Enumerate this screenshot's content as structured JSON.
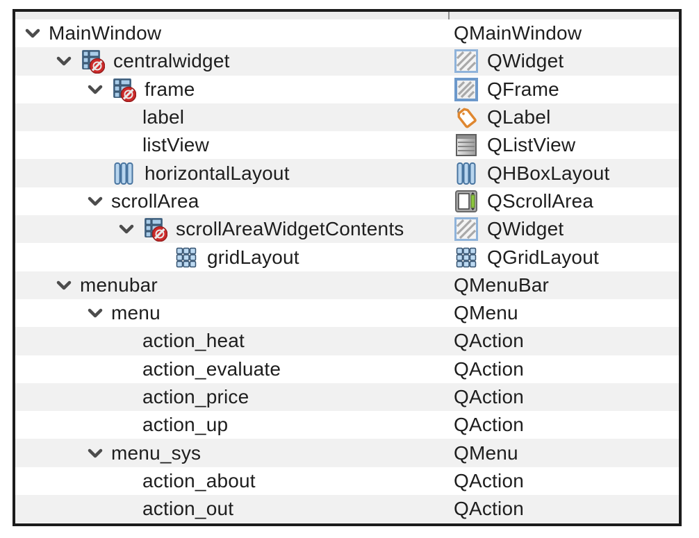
{
  "colors": {
    "row_alt": "#f1f1f1",
    "border": "#1c1c1c",
    "text": "#1e1e1e",
    "header_strip": "#ececec",
    "icon_blue_fill": "#b8d5ee",
    "icon_blue_stroke": "#48749f",
    "icon_red_badge": "#cd2a2a",
    "icon_orange_tag": "#df8730",
    "icon_green_bar": "#8cc63e"
  },
  "tree": {
    "rows": [
      {
        "name": "MainWindow",
        "class_name": "QMainWindow",
        "level": 0,
        "expander": true,
        "name_icon": null,
        "class_icon": null
      },
      {
        "name": "centralwidget",
        "class_name": "QWidget",
        "level": 1,
        "expander": true,
        "name_icon": "broken-layout-icon",
        "class_icon": "widget-icon"
      },
      {
        "name": "frame",
        "class_name": "QFrame",
        "level": 2,
        "expander": true,
        "name_icon": "broken-layout-icon",
        "class_icon": "frame-icon"
      },
      {
        "name": "label",
        "class_name": "QLabel",
        "level": 3,
        "expander": false,
        "name_icon": null,
        "class_icon": "label-icon"
      },
      {
        "name": "listView",
        "class_name": "QListView",
        "level": 3,
        "expander": false,
        "name_icon": null,
        "class_icon": "listview-icon"
      },
      {
        "name": "horizontalLayout",
        "class_name": "QHBoxLayout",
        "level": 2,
        "expander": false,
        "name_icon": "hbox-layout-icon",
        "class_icon": "hbox-layout-icon"
      },
      {
        "name": "scrollArea",
        "class_name": "QScrollArea",
        "level": 2,
        "expander": true,
        "name_icon": null,
        "class_icon": "scrollarea-icon"
      },
      {
        "name": "scrollAreaWidgetContents",
        "class_name": "QWidget",
        "level": 3,
        "expander": true,
        "name_icon": "broken-layout-icon",
        "class_icon": "widget-icon"
      },
      {
        "name": "gridLayout",
        "class_name": "QGridLayout",
        "level": 4,
        "expander": false,
        "name_icon": "grid-layout-icon",
        "class_icon": "grid-layout-icon"
      },
      {
        "name": "menubar",
        "class_name": "QMenuBar",
        "level": 1,
        "expander": true,
        "name_icon": null,
        "class_icon": null
      },
      {
        "name": "menu",
        "class_name": "QMenu",
        "level": 2,
        "expander": true,
        "name_icon": null,
        "class_icon": null
      },
      {
        "name": "action_heat",
        "class_name": "QAction",
        "level": 3,
        "expander": false,
        "name_icon": null,
        "class_icon": null
      },
      {
        "name": "action_evaluate",
        "class_name": "QAction",
        "level": 3,
        "expander": false,
        "name_icon": null,
        "class_icon": null
      },
      {
        "name": "action_price",
        "class_name": "QAction",
        "level": 3,
        "expander": false,
        "name_icon": null,
        "class_icon": null
      },
      {
        "name": "action_up",
        "class_name": "QAction",
        "level": 3,
        "expander": false,
        "name_icon": null,
        "class_icon": null
      },
      {
        "name": "menu_sys",
        "class_name": "QMenu",
        "level": 2,
        "expander": true,
        "name_icon": null,
        "class_icon": null
      },
      {
        "name": "action_about",
        "class_name": "QAction",
        "level": 3,
        "expander": false,
        "name_icon": null,
        "class_icon": null
      },
      {
        "name": "action_out",
        "class_name": "QAction",
        "level": 3,
        "expander": false,
        "name_icon": null,
        "class_icon": null
      }
    ]
  }
}
